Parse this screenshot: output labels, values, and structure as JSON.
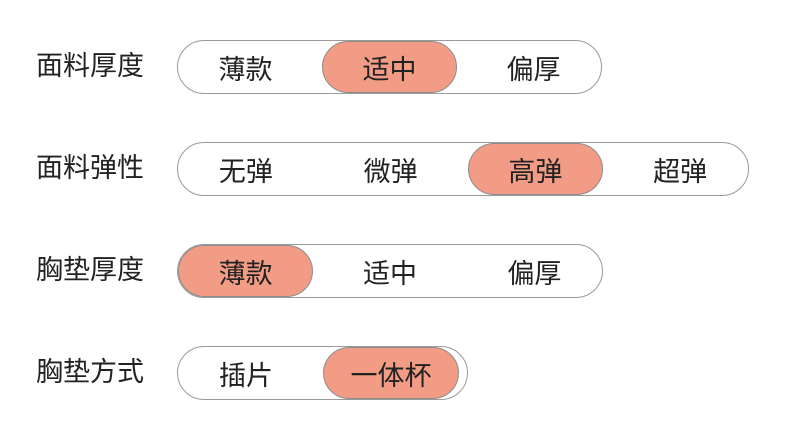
{
  "colors": {
    "selected_fill": "#f29c86",
    "border": "#9a9a9a",
    "text": "#222222"
  },
  "rows": [
    {
      "label": "面料厚度",
      "options": [
        "薄款",
        "适中",
        "偏厚"
      ],
      "selected": "适中"
    },
    {
      "label": "面料弹性",
      "options": [
        "无弹",
        "微弹",
        "高弹",
        "超弹"
      ],
      "selected": "高弹"
    },
    {
      "label": "胸垫厚度",
      "options": [
        "薄款",
        "适中",
        "偏厚"
      ],
      "selected": "薄款"
    },
    {
      "label": "胸垫方式",
      "options": [
        "插片",
        "一体杯"
      ],
      "selected": "一体杯"
    }
  ]
}
